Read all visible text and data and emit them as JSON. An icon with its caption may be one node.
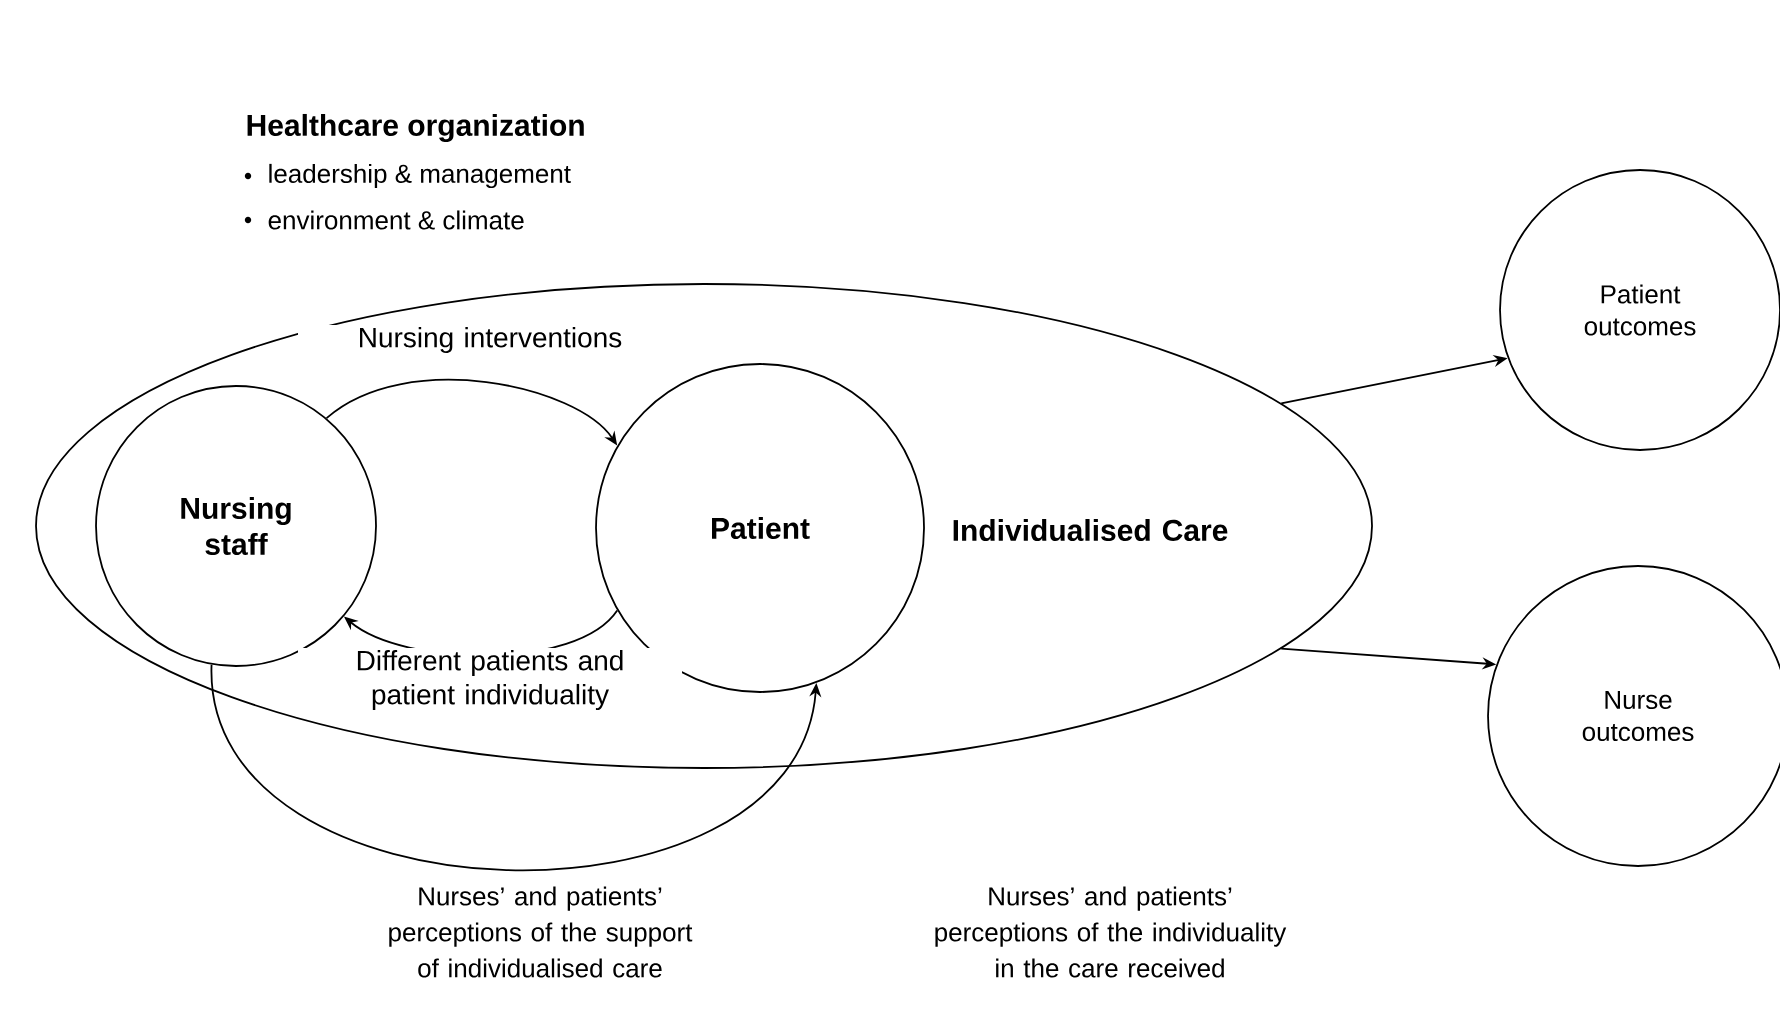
{
  "diagram": {
    "title": "Healthcare organization",
    "nodes": [
      {
        "text": [
          "Individualised Care"
        ]
      },
      {
        "text": [
          "Nursing staff"
        ],
        "in": 0
      },
      {
        "text": [
          "Patient"
        ],
        "in": 0
      },
      {
        "text": [
          "Patient outcomes"
        ]
      },
      {
        "text": [
          "Nurse outcomes"
        ]
      }
    ],
    "edges": [
      {
        "from": 1,
        "to": 2,
        "arrow": "to",
        "label": "Nursing interventions"
      },
      {
        "from": 2,
        "to": 1,
        "arrow": "to",
        "label": "Different patients and patient individuality"
      },
      {
        "from": 1,
        "to": 2,
        "arrow": "to"
      },
      {
        "from": 0,
        "to": 3,
        "arrow": "to"
      },
      {
        "from": 0,
        "to": 4,
        "arrow": "to"
      }
    ],
    "labels": [
      "leadership & management",
      "environment & climate",
      "Nurses’ and patients’ perceptions of the support of individualised care",
      "Nurses’ and patients’ perceptions of the individuality in the care received"
    ]
  }
}
